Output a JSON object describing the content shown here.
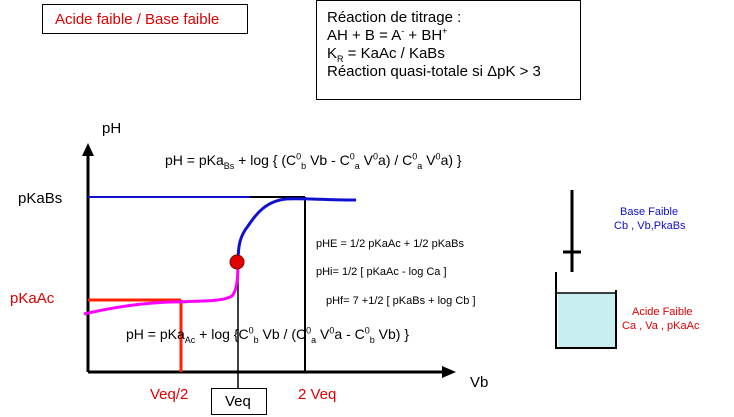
{
  "title": "Acide faible / Base faible",
  "reaction": {
    "heading": "Réaction de titrage :",
    "equation": {
      "lhs": "AH + B = A",
      "minus": "-",
      "plus_sep": " +  BH",
      "plus": "+"
    },
    "kr": {
      "k": "K",
      "sub": "R",
      "rest": " = KaAc / KaBs"
    },
    "note": "Réaction quasi-totale si ΔpK > 3"
  },
  "axes": {
    "y_label": "pH",
    "x_label": "Vb"
  },
  "levels": {
    "pkabs": "pKaBs",
    "pkaac": "pKaAc"
  },
  "x_ticks": {
    "half": "Veq/2",
    "eq": "Veq",
    "double": "2 Veq"
  },
  "formula_top": {
    "a": "pH = pKa",
    "a_sub": "Bs",
    "b": " + log { (C",
    "c0b_sup": "0",
    "c0b_sub": "b",
    "c": " Vb - C",
    "c0a_sup": "0",
    "c0a_sub": "a",
    "d": " V",
    "v0a_sup": "0",
    "e": "a) / C",
    "c0a2_sup": "0",
    "c0a2_sub": "a",
    "f": " V",
    "v0a2_sup": "0",
    "g": "a) }"
  },
  "formula_bottom": {
    "a": "pH = pKa",
    "a_sub": "Ac",
    "b": " + log {C",
    "c0b_sup": "0",
    "c0b_sub": "b",
    "c": " Vb / (C",
    "c0a_sup": "0",
    "c0a_sub": "a",
    "d": " V",
    "v0a_sup": "0",
    "e": "a - C",
    "c0b2_sup": "0",
    "c0b2_sub": "b",
    "f": " Vb) }"
  },
  "ph_formulas": {
    "phe": "pHE = 1/2 pKaAc + 1/2 pKaBs",
    "phi": "pHi= 1/2 [ pKaAc - log Ca ]",
    "phf": "pHf= 7 +1/2 [ pKaBs + log Cb ]"
  },
  "apparatus": {
    "base_title": "Base Faible",
    "base_params": "Cb , Vb,PkaBs",
    "acid_title": "Acide Faible",
    "acid_params": "Ca , Va , pKaAc"
  },
  "colors": {
    "title_red": "#e00000",
    "curve_blue": "#1010d0",
    "curve_magenta": "#ff00ff",
    "red_lines": "#ff2000",
    "eq_point": "#e00000",
    "beaker_fill": "#c8eef2",
    "label_blue": "#1010c8"
  },
  "curve": {
    "type": "titration",
    "description_points": [
      {
        "vb_frac": 0.0,
        "ph": "pKaAc"
      },
      {
        "vb_frac": 0.5,
        "ph": "pKaAc"
      },
      {
        "vb_frac": 1.0,
        "ph": "pHE"
      },
      {
        "vb_frac": 2.0,
        "ph": "pKaBs"
      }
    ]
  }
}
